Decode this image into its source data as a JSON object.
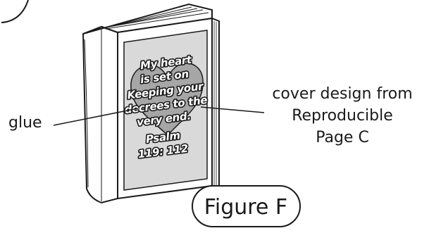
{
  "labels": {
    "left": "glue",
    "right_lines": [
      "cover design from",
      "Reproducible",
      "Page C"
    ]
  },
  "cover": {
    "lines": [
      "My heart",
      "is set on",
      "Keeping your",
      "decrees to the",
      "very end.",
      "Psalm",
      "119: 112"
    ]
  },
  "caption": "Figure F",
  "colors": {
    "ink": "#1a1a1a",
    "cover_background": "#d9d9d9",
    "heart": "#a6a6a6",
    "paper": "#ffffff"
  }
}
